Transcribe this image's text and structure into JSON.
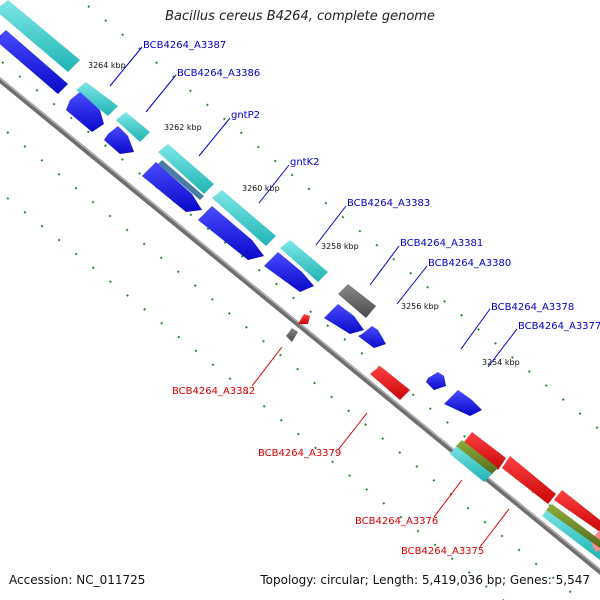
{
  "title": "Bacillus cereus B4264, complete genome",
  "footer": {
    "accession": "Accession: NC_011725",
    "summary": "Topology: circular; Length: 5,419,036 bp; Genes: 5,547"
  },
  "colors": {
    "cds_plus": "#1010e0",
    "cds_minus": "#e01010",
    "rna": "#30c8c8",
    "pseudo": "#707070",
    "other": "#6b8e23",
    "backbone": "#808080",
    "ticks": "#228b22",
    "plus_label": "#0000cc",
    "minus_label": "#dd0000"
  },
  "scale_ticks": [
    "3264 kbp",
    "3262 kbp",
    "3260 kbp",
    "3258 kbp",
    "3256 kbp",
    "3254 kbp"
  ],
  "gene_labels_plus": [
    "BCB4264_A3387",
    "BCB4264_A3386",
    "gntP2",
    "gntK2",
    "BCB4264_A3383",
    "BCB4264_A3381",
    "BCB4264_A3380",
    "BCB4264_A3378",
    "BCB4264_A3377"
  ],
  "gene_labels_minus": [
    "BCB4264_A3382",
    "BCB4264_A3379",
    "BCB4264_A3376",
    "BCB4264_A3375"
  ]
}
